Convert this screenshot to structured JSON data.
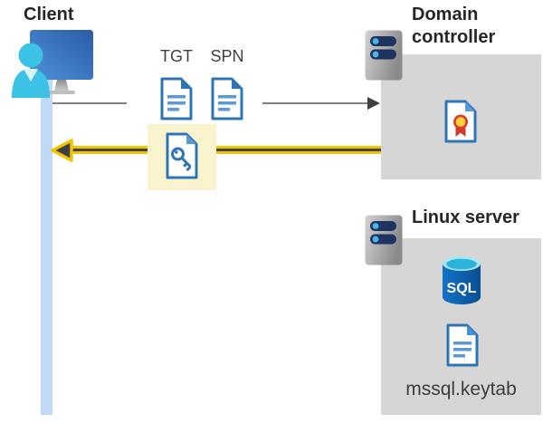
{
  "client": {
    "label": "Client"
  },
  "tickets": {
    "tgt": "TGT",
    "spn": "SPN"
  },
  "domain_controller": {
    "name_line1": "Domain",
    "name_line2": "controller"
  },
  "linux_server": {
    "name": "Linux server",
    "keytab_filename": "mssql.keytab",
    "sql_label": "SQL"
  },
  "icons": {
    "client_device": "monitor-with-user",
    "tgt_ticket": "document",
    "spn_ticket": "document",
    "service_ticket": "document-with-key",
    "domain_controller_host": "server",
    "certificate": "certificate-document",
    "linux_host": "server",
    "database": "sql-database-cylinder",
    "keytab_file": "document"
  },
  "colors": {
    "highlight_yellow": "#faf4ce",
    "arrow_yellow": "#f2c400",
    "arrow_dark": "#3f3f46",
    "request_line_gray": "#808080",
    "panel_gray": "#d6d6d6",
    "timeline_blue": "#bfd9f6",
    "doc_border_blue": "#2e75b6",
    "doc_line_blue": "#5b9bd5",
    "person_cyan": "#3bc2e5",
    "monitor_blue": "#3576c4",
    "server_pill_navy": "#1e3460",
    "server_dot_cyan": "#49b8e8",
    "sql_body_blue": "#1065b8",
    "sql_top_cyan": "#2ab3dc",
    "cert_ribbon_red": "#cc3b2e",
    "cert_seal_yellow": "#ffd23b",
    "label_dark": "#262626"
  }
}
